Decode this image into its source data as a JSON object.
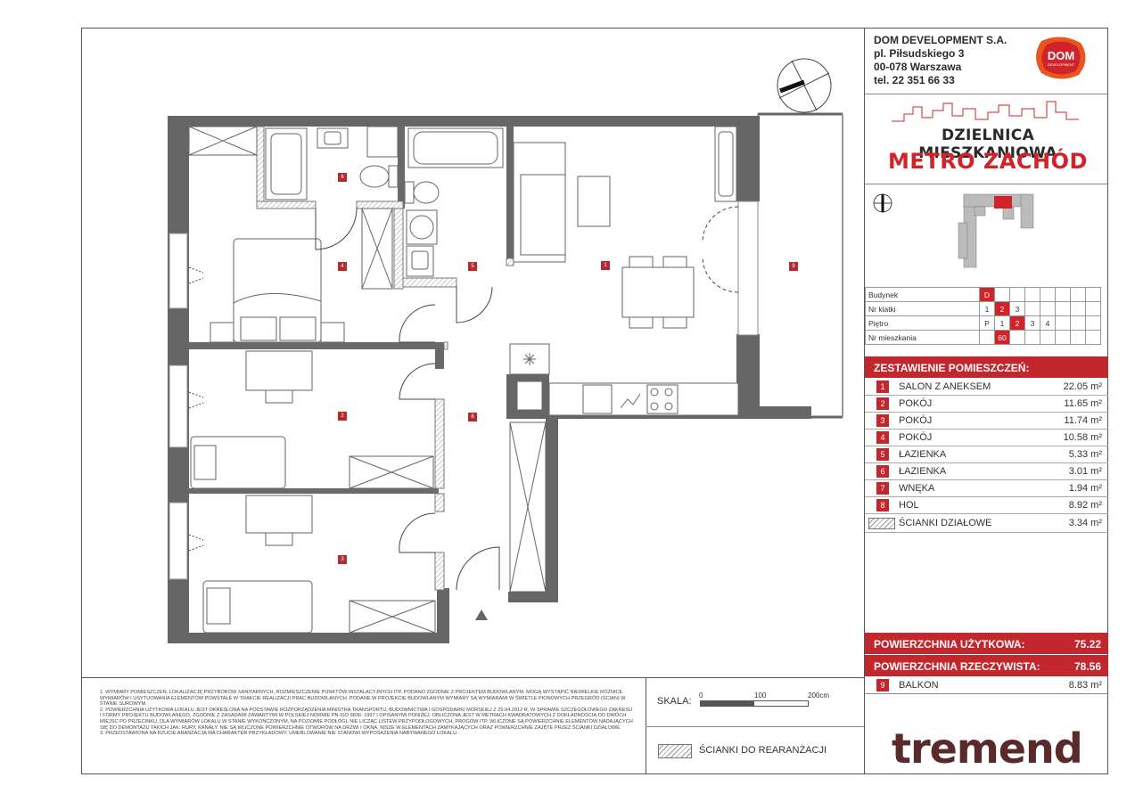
{
  "company": {
    "name": "DOM DEVELOPMENT S.A.",
    "street": "pl. Piłsudskiego 3",
    "city": "00-078 Warszawa",
    "phone": "tel. 22 351 66 33",
    "logo_line1": "DOM",
    "logo_line2": "DEVELOPMENT"
  },
  "district": {
    "line1": "DZIELNICA MIESZKANIOWA",
    "line2": "METRO ZACHÓD"
  },
  "info_table": {
    "building_label": "Budynek",
    "building_value": "D",
    "stair_label": "Nr klatki",
    "stair_options": [
      "1",
      "2",
      "3"
    ],
    "stair_selected": "2",
    "floor_label": "Piętro",
    "floor_options": [
      "P",
      "1",
      "2",
      "3",
      "4"
    ],
    "floor_selected": "2",
    "apt_label": "Nr mieszkania",
    "apt_value": "60"
  },
  "rooms_header": "ZESTAWIENIE POMIESZCZEŃ:",
  "rooms": [
    {
      "num": "1",
      "name": "SALON Z ANEKSEM",
      "area": "22.05 m²"
    },
    {
      "num": "2",
      "name": "POKÓJ",
      "area": "11.65 m²"
    },
    {
      "num": "3",
      "name": "POKÓJ",
      "area": "11.74 m²"
    },
    {
      "num": "4",
      "name": "POKÓJ",
      "area": "10.58 m²"
    },
    {
      "num": "5",
      "name": "ŁAZIENKA",
      "area": "5.33 m²"
    },
    {
      "num": "6",
      "name": "ŁAZIENKA",
      "area": "3.01 m²"
    },
    {
      "num": "7",
      "name": "WNĘKA",
      "area": "1.94 m²"
    },
    {
      "num": "8",
      "name": "HOL",
      "area": "8.92 m²"
    }
  ],
  "partitions": {
    "name": "ŚCIANKI DZIAŁOWE",
    "area": "3.34 m²"
  },
  "usable_area": {
    "label": "POWIERZCHNIA UŻYTKOWA:",
    "value": "75.22"
  },
  "real_area": {
    "label": "POWIERZCHNIA RZECZYWISTA:",
    "value": "78.56"
  },
  "balcony": {
    "num": "9",
    "name": "BALKON",
    "area": "8.83 m²"
  },
  "scale": {
    "label": "SKALA:",
    "t0": "0",
    "t1": "100",
    "t2": "200cm"
  },
  "legend": {
    "text": "ŚCIANKI DO REARANŻACJI"
  },
  "brand": "tremend",
  "notes": [
    "1. WYMIARY POMIESZCZEŃ, LOKALIZACJĘ PRZYBORÓW SANITARNYCH, ROZMIESZCZENIE PUNKTÓW INSTALACYJNYCH ITP. PODANO ZGODNIE Z PROJEKTEM BUDOWLANYM. MOGĄ WYSTĄPIĆ NIEWIELKIE RÓŻNICE WYMIARÓW I USYTUOWANIA ELEMENTÓW POWSTAŁE W TRAKCIE REALIZACJI PRAC BUDOWLANYCH. PODANE W PROJEKCIE BUDOWLANYM WYMIARY SĄ WYMIARAMI W ŚWIETLE PIONOWYCH PRZEGRÓD (ŚCIAN) W STANIE SUROWYM.",
    "2. POWIERZCHNIA UŻYTKOWA LOKALU JEST OKREŚLONA NA PODSTAWIE ROZPORZĄDZENIA MINISTRA TRANSPORTU, BUDOWNICTWA I GOSPODARKI MORSKIEJ Z 25.04.2012 R. W SPRAWIE SZCZEGÓŁOWEGO ZAKRESU I FORMY PROJEKTU BUDOWLANEGO, ZGODNIE Z ZASADAMI ZAWARTYMI W POLSKIEJ NORMIE PN-ISO 9836: 1997 I OPISANYMI PONIŻEJ: OBLICZONA JEST W METRACH KWADRATOWYCH Z DOKŁADNOŚCIĄ DO DWÓCH MIEJSC PO PRZECINKU, DLA WYMIARÓW LOKALU W STANIE WYKOŃCZONYM, NA POZIOMIE PODŁOGI, NIE LICZĄC LISTEW PRZYPODŁOGOWYCH, PROGÓW ITP. WLICZONE SĄ POWIERZCHNIE ELEMENTÓW NADAJĄCYCH SIĘ DO DEMONTAŻU TAKICH JAK: RURY, KANAŁY. NIE SĄ WLICZONE POWIERZCHNIE OTWORÓW NA DRZWI I OKNA, NISZE W ELEMENTACH ZAMYKAJĄCYCH ORAZ POWIERZCHNIE ZAJĘTE PRZEZ ŚCIANKI DZIAŁOWE.",
    "3. PRZEDSTAWIONA NA RZUCIE ARANŻACJA MA CHARAKTER PRZYKŁADOWY, UMEBLOWANIE NIE STANOWI WYPOSAŻENIA NABYWANEGO LOKALU."
  ],
  "plan_labels": [
    {
      "id": "1"
    },
    {
      "id": "2"
    },
    {
      "id": "3"
    },
    {
      "id": "4"
    },
    {
      "id": "5"
    },
    {
      "id": "6"
    },
    {
      "id": "8"
    },
    {
      "id": "9"
    }
  ],
  "colors": {
    "accent": "#c1272d",
    "wall": "#5f5f5f",
    "brand_text": "#5a2a2a"
  }
}
